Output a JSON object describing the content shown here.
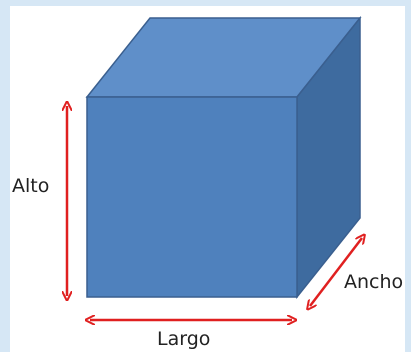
{
  "diagram": {
    "labels": {
      "height": "Alto",
      "length": "Largo",
      "width": "Ancho"
    },
    "colors": {
      "front_face": "#4f81bd",
      "top_face": "#5f8fc9",
      "side_face": "#3e6b9f",
      "edge": "#3a5f8f",
      "arrow": "#e02020",
      "background_frame": "#d6e7f5"
    }
  }
}
